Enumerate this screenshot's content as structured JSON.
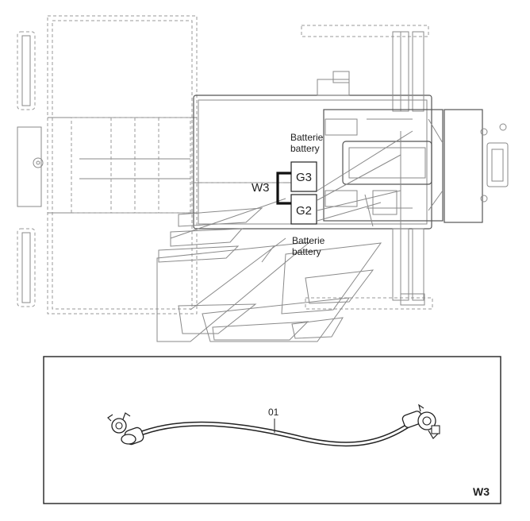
{
  "overview": {
    "battery_top": {
      "line1": "Batterie",
      "line2": "battery"
    },
    "battery_bottom": {
      "line1": "Batterie",
      "line2": "battery"
    },
    "batteries": [
      {
        "id": "g3",
        "label": "G3"
      },
      {
        "id": "g2",
        "label": "G2"
      }
    ],
    "cable_label": "W3"
  },
  "detail": {
    "part_number": "01",
    "view_label": "W3"
  }
}
